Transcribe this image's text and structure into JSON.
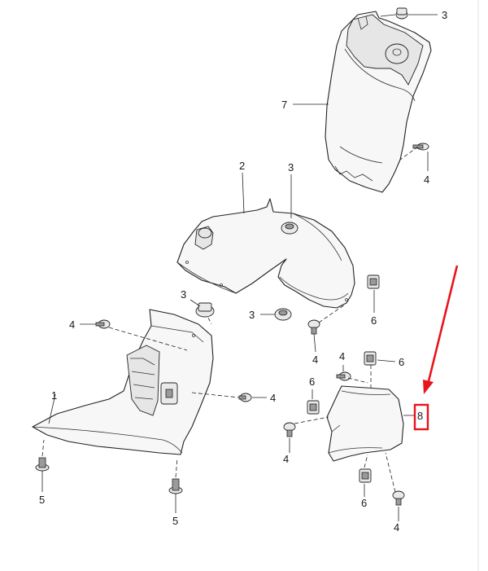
{
  "callouts": {
    "c1": "1",
    "c2": "2",
    "c3a": "3",
    "c3b": "3",
    "c3c": "3",
    "c3d": "3",
    "c4a": "4",
    "c4b": "4",
    "c4c": "4",
    "c4d": "4",
    "c4e": "4",
    "c4f": "4",
    "c5a": "5",
    "c5b": "5",
    "c6a": "6",
    "c6b": "6",
    "c6c": "6",
    "c6d": "6",
    "c7": "7",
    "c8": "8"
  },
  "annotation": {
    "arrow_color": "#e8141b",
    "highlight_color": "#e8141b"
  }
}
